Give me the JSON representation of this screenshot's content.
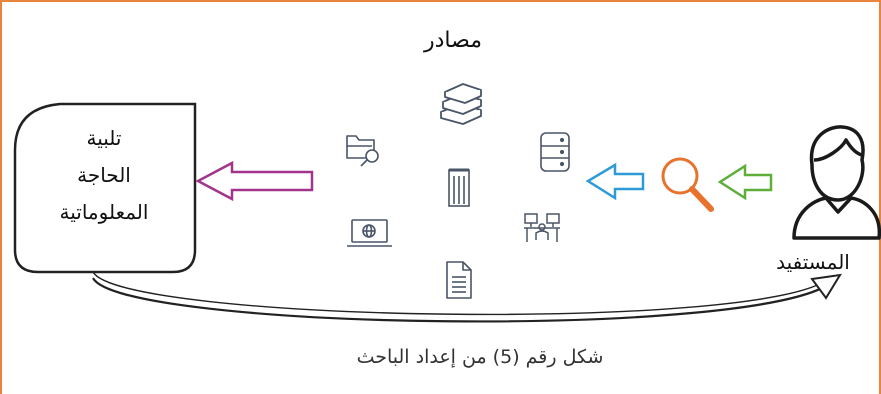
{
  "diagram": {
    "title": "مصادر",
    "box_lines": [
      "تلبية",
      "الحاجة",
      "المعلوماتية"
    ],
    "user_label": "المستفيد",
    "caption": "شكل رقم (5) من إعداد الباحث"
  },
  "icons": {
    "books": "books-icon",
    "folder_search": "folder-search-icon",
    "database": "database-icon",
    "building": "building-icon",
    "laptop_globe": "laptop-globe-icon",
    "meeting": "meeting-icon",
    "document": "document-icon",
    "magnifier": "magnifier-icon",
    "user": "user-icon"
  },
  "colors": {
    "frame": "#E8853D",
    "arrow_purple": "#A2348C",
    "arrow_blue": "#2E9BD6",
    "arrow_green": "#5FAE3A",
    "magnifier": "#E8732E",
    "icon_slate": "#4A5568"
  }
}
